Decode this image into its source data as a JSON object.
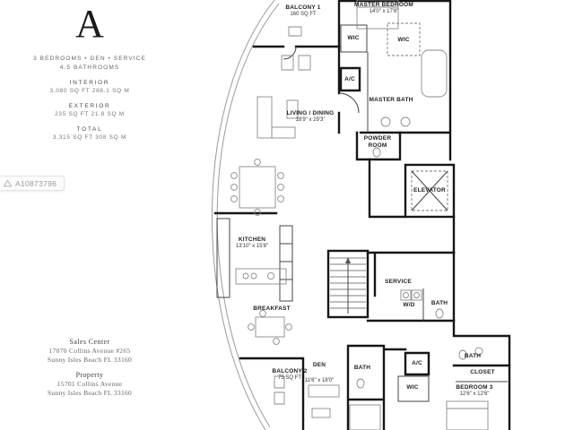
{
  "listing": {
    "plan_letter": "A",
    "features": "3 BEDROOMS • DEN • SERVICE",
    "bathrooms": "4.5 BATHROOMS",
    "stats": [
      {
        "label": "INTERIOR",
        "value": "3,080 SQ FT 286.1 SQ M"
      },
      {
        "label": "EXTERIOR",
        "value": "235 SQ FT 21.8 SQ M"
      },
      {
        "label": "TOTAL",
        "value": "3,315 SQ FT 308 SQ M"
      }
    ]
  },
  "watermark": {
    "id": "A10873796"
  },
  "addresses": {
    "sales_center_label": "Sales Center",
    "sales_center_lines": [
      "17070 Collins Avenue #265",
      "Sunny Isles Beach FL 33160"
    ],
    "property_label": "Property",
    "property_lines": [
      "15701 Collins Avenue",
      "Sunny Isles Beach FL 33160"
    ]
  },
  "rooms": {
    "balcony1": {
      "name": "BALCONY 1",
      "dim": "160 SQ FT"
    },
    "master_bedroom": {
      "name": "MASTER BEDROOM",
      "dim": "14'0\" x 17'8\""
    },
    "wic_master_left": {
      "name": "WIC"
    },
    "wic_master_right": {
      "name": "WIC"
    },
    "ac_upper": {
      "name": "A/C"
    },
    "master_bath": {
      "name": "MASTER BATH"
    },
    "living_dining": {
      "name": "LIVING / DINING",
      "dim": "18'9\" x 29'3\""
    },
    "powder_room": {
      "name": "POWDER ROOM"
    },
    "elevator": {
      "name": "ELEVATOR"
    },
    "kitchen": {
      "name": "KITCHEN",
      "dim": "13'10\" x 15'8\""
    },
    "service": {
      "name": "SERVICE"
    },
    "washer_dryer": {
      "name": "W/D"
    },
    "bath_service": {
      "name": "BATH"
    },
    "breakfast": {
      "name": "BREAKFAST"
    },
    "balcony2": {
      "name": "BALCONY 2",
      "dim": "75 SQ FT"
    },
    "den": {
      "name": "DEN",
      "dim": "11'6\" x 18'0\""
    },
    "bath_den": {
      "name": "BATH"
    },
    "ac_lower": {
      "name": "A/C"
    },
    "wic_lower": {
      "name": "WIC"
    },
    "bath_bedroom3": {
      "name": "BATH"
    },
    "closet": {
      "name": "CLOSET"
    },
    "bedroom3": {
      "name": "BEDROOM 3",
      "dim": "12'6\" x 12'6\""
    }
  }
}
